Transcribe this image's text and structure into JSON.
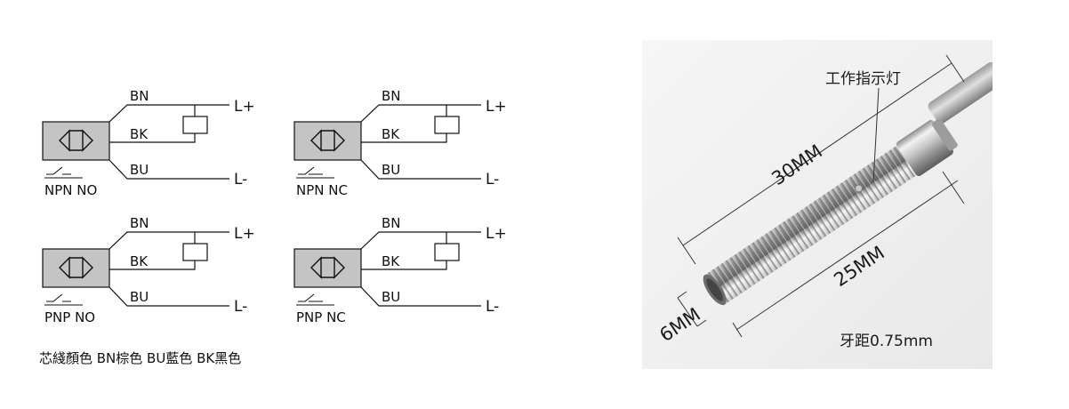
{
  "wiring": {
    "diagrams": [
      {
        "name": "NPN NO",
        "wires": [
          "BN",
          "BK",
          "BU"
        ],
        "terminals": [
          "L+",
          "L-"
        ]
      },
      {
        "name": "NPN NC",
        "wires": [
          "BN",
          "BK",
          "BU"
        ],
        "terminals": [
          "L+",
          "L-"
        ]
      },
      {
        "name": "PNP NO",
        "wires": [
          "BN",
          "BK",
          "BU"
        ],
        "terminals": [
          "L+",
          "L-"
        ]
      },
      {
        "name": "PNP NC",
        "wires": [
          "BN",
          "BK",
          "BU"
        ],
        "terminals": [
          "L+",
          "L-"
        ]
      }
    ],
    "color_note": "芯綫顏色  BN棕色  BU藍色  BK黑色"
  },
  "photo": {
    "indicator_label": "工作指示灯",
    "total_length": "30MM",
    "thread_length": "25MM",
    "diameter": "6MM",
    "thread_pitch": "牙距0.75mm"
  }
}
